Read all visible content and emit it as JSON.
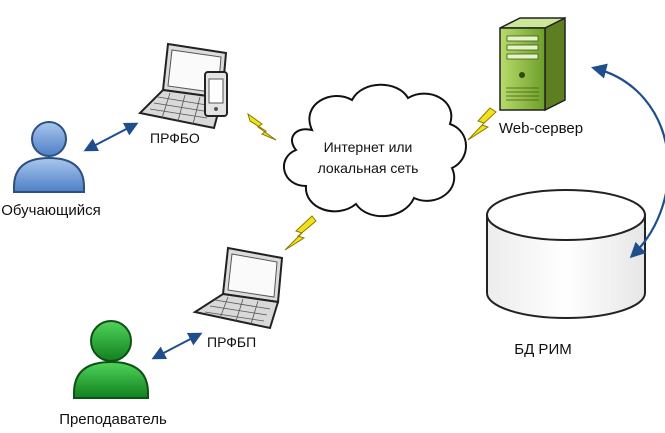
{
  "nodes": {
    "learner": {
      "label": "Обучающийся",
      "color": "#5b8fd6"
    },
    "teacher": {
      "label": "Преподаватель",
      "color": "#1f9a2e"
    },
    "client_learner": {
      "label": "ПРФБО"
    },
    "client_teacher": {
      "label": "ПРФБП"
    },
    "network": {
      "label_line1": "Интернет или",
      "label_line2": "локальная сеть"
    },
    "web_server": {
      "label": "Web-сервер",
      "color": "#8bbf3a"
    },
    "database": {
      "label": "БД РИМ"
    }
  },
  "connections": [
    {
      "from": "learner",
      "to": "client_learner",
      "type": "bidirectional-arrow"
    },
    {
      "from": "teacher",
      "to": "client_teacher",
      "type": "bidirectional-arrow"
    },
    {
      "from": "client_learner",
      "to": "network",
      "type": "lightning"
    },
    {
      "from": "client_teacher",
      "to": "network",
      "type": "lightning"
    },
    {
      "from": "network",
      "to": "web_server",
      "type": "lightning"
    },
    {
      "from": "web_server",
      "to": "database",
      "type": "curved-bidirectional-arrow"
    }
  ],
  "colors": {
    "arrow": "#1f4e8c",
    "lightning": "#f2e21a",
    "lightning_stroke": "#8a7a00"
  }
}
